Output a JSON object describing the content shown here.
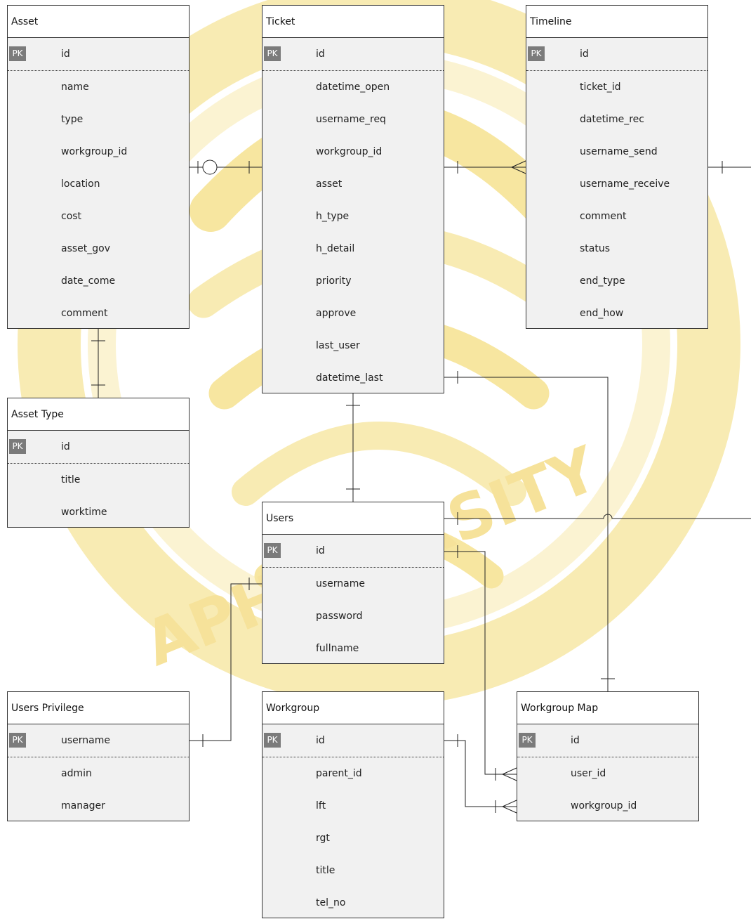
{
  "watermark": {
    "color": "#f7e7a6",
    "text_top": "",
    "text_bottom": "APHI VERSITY"
  },
  "entities": [
    {
      "key": "asset",
      "title": "Asset",
      "pk_label": "PK",
      "fields": [
        "id",
        "name",
        "type",
        "workgroup_id",
        "location",
        "cost",
        "asset_gov",
        "date_come",
        "comment"
      ]
    },
    {
      "key": "ticket",
      "title": "Ticket",
      "pk_label": "PK",
      "fields": [
        "id",
        "datetime_open",
        "username_req",
        "workgroup_id",
        "asset",
        "h_type",
        "h_detail",
        "priority",
        "approve",
        "last_user",
        "datetime_last"
      ]
    },
    {
      "key": "timeline",
      "title": "Timeline",
      "pk_label": "PK",
      "fields": [
        "id",
        "ticket_id",
        "datetime_rec",
        "username_send",
        "username_receive",
        "comment",
        "status",
        "end_type",
        "end_how"
      ]
    },
    {
      "key": "asset-type",
      "title": "Asset Type",
      "pk_label": "PK",
      "fields": [
        "id",
        "title",
        "worktime"
      ]
    },
    {
      "key": "users",
      "title": "Users",
      "pk_label": "PK",
      "fields": [
        "id",
        "username",
        "password",
        "fullname"
      ]
    },
    {
      "key": "users-privilege",
      "title": "Users Privilege",
      "pk_label": "PK",
      "fields": [
        "username",
        "admin",
        "manager"
      ]
    },
    {
      "key": "workgroup",
      "title": "Workgroup",
      "pk_label": "PK",
      "fields": [
        "id",
        "parent_id",
        "lft",
        "rgt",
        "title",
        "tel_no"
      ]
    },
    {
      "key": "workgroup-map",
      "title": "Workgroup Map",
      "pk_label": "PK",
      "fields": [
        "id",
        "user_id",
        "workgroup_id"
      ]
    }
  ]
}
